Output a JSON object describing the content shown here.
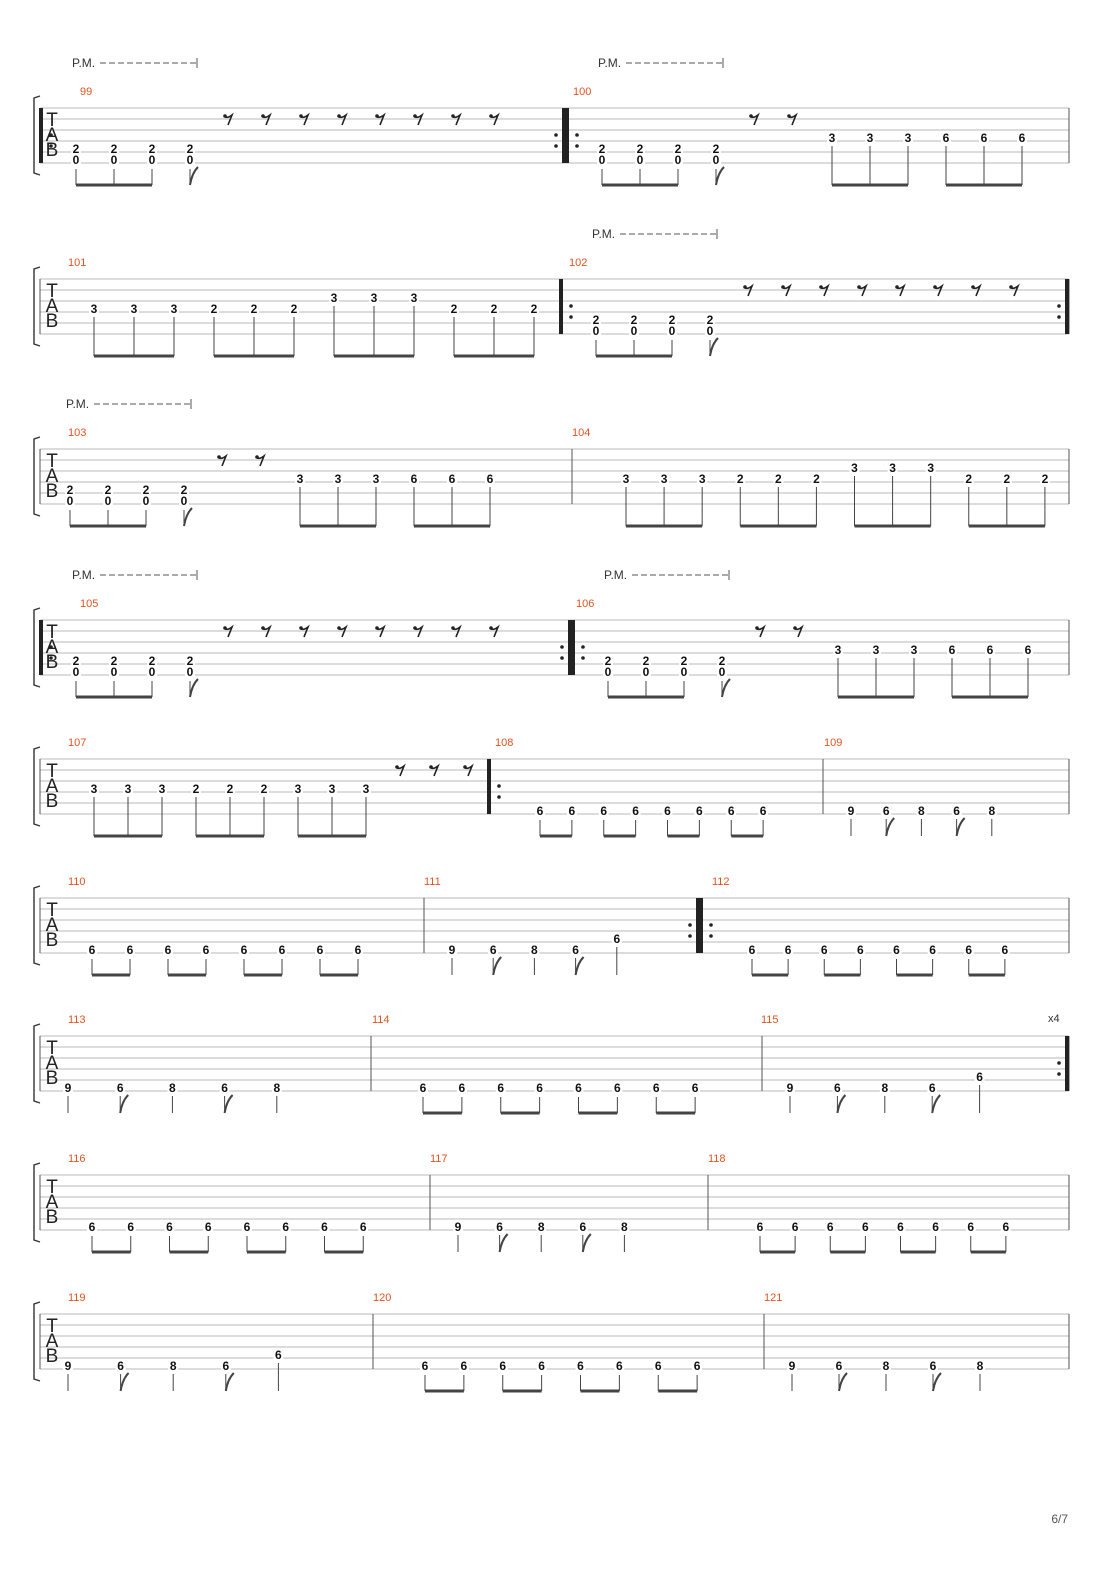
{
  "document": {
    "type": "guitar-tablature",
    "page_number": "6/7",
    "repeat_count_label": "x4",
    "palm_mute_label": "P.M.",
    "tab_clef": [
      "T",
      "A",
      "B"
    ]
  },
  "systems": [
    {
      "measures": [
        {
          "number": "99",
          "repeat_start": true,
          "repeat_end": true,
          "palm_mute": true,
          "notes": [
            [
              "2",
              "0"
            ],
            [
              "2",
              "0"
            ],
            [
              "2",
              "0"
            ],
            [
              "2",
              "0"
            ]
          ],
          "rests": 8
        },
        {
          "number": "100",
          "repeat_start": true,
          "repeat_end": false,
          "palm_mute": true,
          "notes": [
            [
              "2",
              "0"
            ],
            [
              "2",
              "0"
            ],
            [
              "2",
              "0"
            ],
            [
              "2",
              "0"
            ]
          ],
          "rests": 2,
          "trailing": [
            "3",
            "3",
            "3",
            "6",
            "6",
            "6"
          ]
        }
      ]
    },
    {
      "measures": [
        {
          "number": "101",
          "notes": [
            "3",
            "3",
            "3",
            "2",
            "2",
            "2",
            "3",
            "3",
            "3",
            "2",
            "2",
            "2"
          ]
        },
        {
          "number": "102",
          "repeat_start": true,
          "repeat_end": true,
          "palm_mute": true,
          "notes": [
            [
              "2",
              "0"
            ],
            [
              "2",
              "0"
            ],
            [
              "2",
              "0"
            ],
            [
              "2",
              "0"
            ]
          ],
          "rests": 8
        }
      ]
    },
    {
      "measures": [
        {
          "number": "103",
          "palm_mute": true,
          "notes": [
            [
              "2",
              "0"
            ],
            [
              "2",
              "0"
            ],
            [
              "2",
              "0"
            ],
            [
              "2",
              "0"
            ]
          ],
          "rests": 2,
          "trailing": [
            "3",
            "3",
            "3",
            "6",
            "6",
            "6"
          ]
        },
        {
          "number": "104",
          "notes": [
            "3",
            "3",
            "3",
            "2",
            "2",
            "2",
            "3",
            "3",
            "3",
            "2",
            "2",
            "2"
          ]
        }
      ]
    },
    {
      "measures": [
        {
          "number": "105",
          "repeat_start": true,
          "repeat_end": true,
          "palm_mute": true,
          "notes": [
            [
              "2",
              "0"
            ],
            [
              "2",
              "0"
            ],
            [
              "2",
              "0"
            ],
            [
              "2",
              "0"
            ]
          ],
          "rests": 8
        },
        {
          "number": "106",
          "repeat_start": true,
          "palm_mute": true,
          "notes": [
            [
              "2",
              "0"
            ],
            [
              "2",
              "0"
            ],
            [
              "2",
              "0"
            ],
            [
              "2",
              "0"
            ]
          ],
          "rests": 2,
          "trailing": [
            "3",
            "3",
            "3",
            "6",
            "6",
            "6"
          ]
        }
      ]
    },
    {
      "measures": [
        {
          "number": "107",
          "notes": [
            "3",
            "3",
            "3",
            "2",
            "2",
            "2",
            "3",
            "3",
            "3"
          ],
          "rests": 3
        },
        {
          "number": "108",
          "repeat_start": true,
          "notes": [
            "6",
            "6",
            "6",
            "6",
            "6",
            "6",
            "6",
            "6"
          ]
        },
        {
          "number": "109",
          "notes": [
            "9",
            "6",
            "8",
            "6",
            "8"
          ]
        }
      ]
    },
    {
      "measures": [
        {
          "number": "110",
          "notes": [
            "6",
            "6",
            "6",
            "6",
            "6",
            "6",
            "6",
            "6"
          ]
        },
        {
          "number": "111",
          "repeat_end": true,
          "notes": [
            "9",
            "6",
            "8",
            "6",
            "6"
          ]
        },
        {
          "number": "112",
          "repeat_start": true,
          "notes": [
            "6",
            "6",
            "6",
            "6",
            "6",
            "6",
            "6",
            "6"
          ]
        }
      ]
    },
    {
      "measures": [
        {
          "number": "113",
          "notes": [
            "9",
            "6",
            "8",
            "6",
            "8"
          ]
        },
        {
          "number": "114",
          "notes": [
            "6",
            "6",
            "6",
            "6",
            "6",
            "6",
            "6",
            "6"
          ]
        },
        {
          "number": "115",
          "repeat_end": true,
          "notes": [
            "9",
            "6",
            "8",
            "6",
            "6"
          ]
        }
      ]
    },
    {
      "measures": [
        {
          "number": "116",
          "notes": [
            "6",
            "6",
            "6",
            "6",
            "6",
            "6",
            "6",
            "6"
          ]
        },
        {
          "number": "117",
          "notes": [
            "9",
            "6",
            "8",
            "6",
            "8"
          ]
        },
        {
          "number": "118",
          "notes": [
            "6",
            "6",
            "6",
            "6",
            "6",
            "6",
            "6",
            "6"
          ]
        }
      ]
    },
    {
      "measures": [
        {
          "number": "119",
          "notes": [
            "9",
            "6",
            "8",
            "6",
            "6"
          ]
        },
        {
          "number": "120",
          "notes": [
            "6",
            "6",
            "6",
            "6",
            "6",
            "6",
            "6",
            "6"
          ]
        },
        {
          "number": "121",
          "notes": [
            "9",
            "6",
            "8",
            "6",
            "8"
          ]
        }
      ]
    }
  ]
}
